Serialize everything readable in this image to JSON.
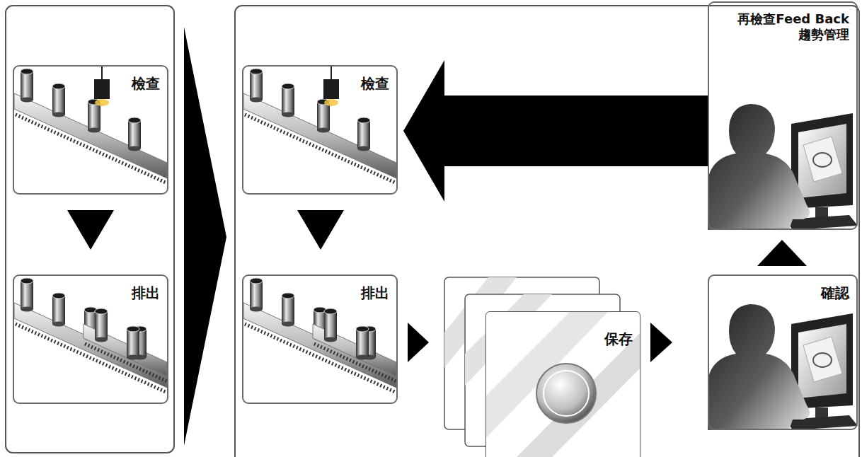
{
  "diagram": {
    "nodes": [
      {
        "text": [
          "檢查"
        ]
      },
      {
        "text": [
          "排出"
        ]
      },
      {
        "text": [
          "檢查"
        ]
      },
      {
        "text": [
          "排出"
        ]
      },
      {
        "text": [
          "保存"
        ]
      },
      {
        "text": [
          "確認"
        ]
      },
      {
        "text": [
          "再檢查Feed Back 趨勢管理"
        ]
      }
    ],
    "edges": [
      {
        "from": 0,
        "to": 1,
        "arrow": "to"
      },
      {
        "from": 2,
        "to": 3,
        "arrow": "to"
      },
      {
        "from": 3,
        "to": 4,
        "arrow": "to"
      },
      {
        "from": 4,
        "to": 5,
        "arrow": "to"
      },
      {
        "from": 5,
        "to": 6,
        "arrow": "to"
      },
      {
        "from": 6,
        "to": 2,
        "arrow": "to"
      }
    ]
  }
}
